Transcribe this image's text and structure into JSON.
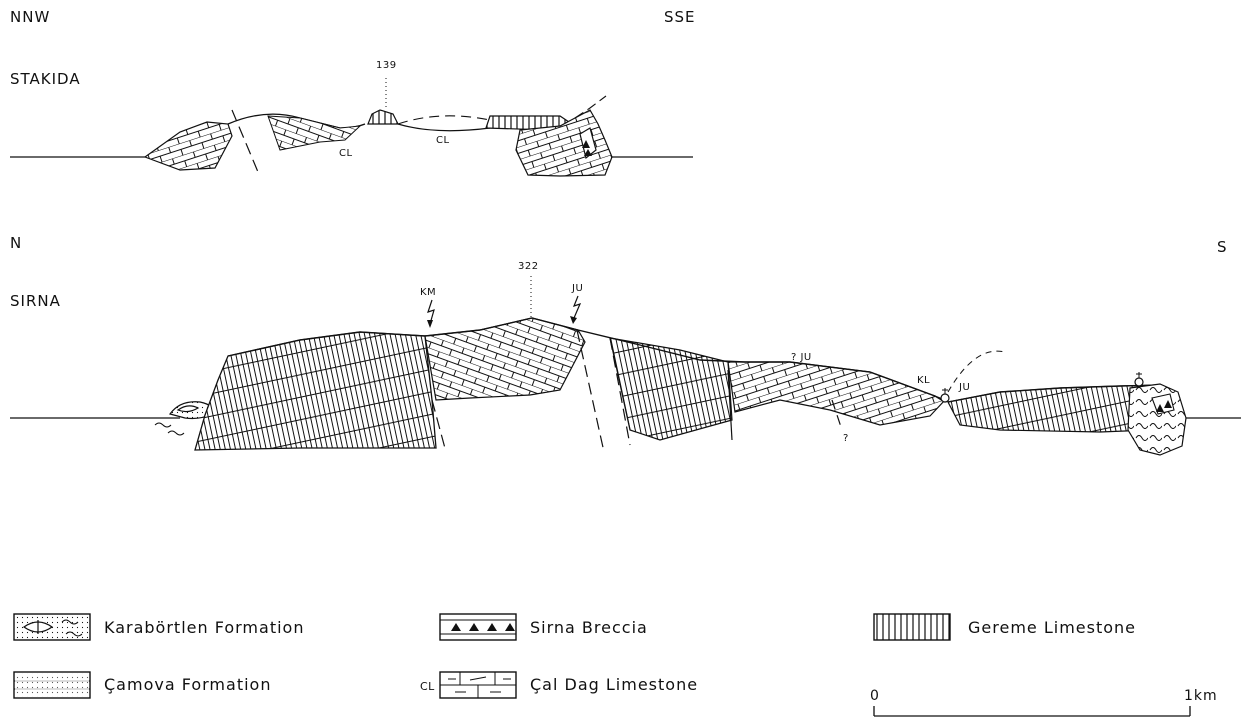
{
  "sections": {
    "stakida": {
      "name": "STAKIDA",
      "dir_left": "NNW",
      "dir_right": "SSE",
      "elevation": "139",
      "cl_label_1": "CL",
      "cl_label_2": "CL"
    },
    "sirna": {
      "name": "SIRNA",
      "dir_left": "N",
      "dir_right": "S",
      "elevation": "322",
      "km_label": "KM",
      "ju_label_1": "JU",
      "ju_label_2": "? JU",
      "kl_label": "KL",
      "ju_label_3": "JU",
      "question_mark": "?"
    }
  },
  "legend": {
    "karabortlen": "Karabörtlen Formation",
    "sirna_breccia": "Sirna Breccia",
    "gereme": "Gereme Limestone",
    "camova": "Çamova Formation",
    "cal_dag": "Çal Dag Limestone",
    "cal_dag_abbrev": "CL"
  },
  "scale_bar": {
    "start": "0",
    "end": "1km"
  }
}
